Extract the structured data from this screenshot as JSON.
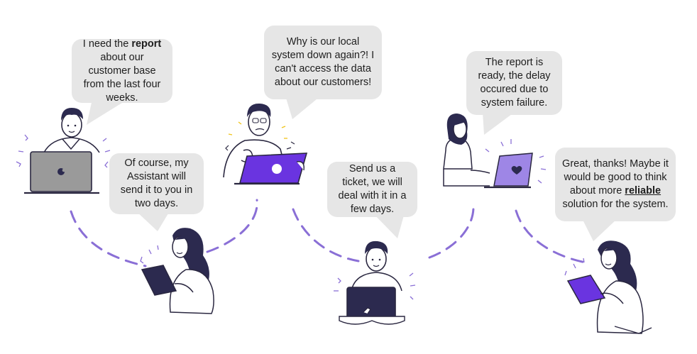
{
  "colors": {
    "purple": "#6a34e0",
    "purple_light": "#9e86e6",
    "gray_laptop": "#9a9a9a",
    "navy": "#2c2a4f",
    "bubble": "#e6e6e6",
    "ink": "#2a2740"
  },
  "bubbles": [
    {
      "id": "b1",
      "before": "I need the ",
      "bold": "report",
      "after": " about our customer base from the last four weeks."
    },
    {
      "id": "b2",
      "before": "Of course, my Assistant will send it to you in two days.",
      "bold": "",
      "after": ""
    },
    {
      "id": "b3",
      "before": "Why is our local system down again?! I can't access the data about our customers!",
      "bold": "",
      "after": ""
    },
    {
      "id": "b4",
      "before": "Send us a ticket, we will deal with it in a few days.",
      "bold": "",
      "after": ""
    },
    {
      "id": "b5",
      "before": "The report is ready, the delay occured due to system failure.",
      "bold": "",
      "after": ""
    },
    {
      "id": "b6",
      "before": "Great, thanks! Maybe it would be good to think about more ",
      "bold": "reliable",
      "after": " solution for the system."
    }
  ],
  "characters": [
    {
      "id": "man-gray-laptop",
      "icon": "apple-logo-icon"
    },
    {
      "id": "woman-tablet",
      "icon": "tablet-icon"
    },
    {
      "id": "man-purple-laptop",
      "icon": "circle-logo-icon"
    },
    {
      "id": "man-navy-laptop",
      "icon": "laptop-icon"
    },
    {
      "id": "woman-lilac-laptop",
      "icon": "heart-icon"
    },
    {
      "id": "woman-purple-tablet",
      "icon": "tablet-icon"
    }
  ]
}
